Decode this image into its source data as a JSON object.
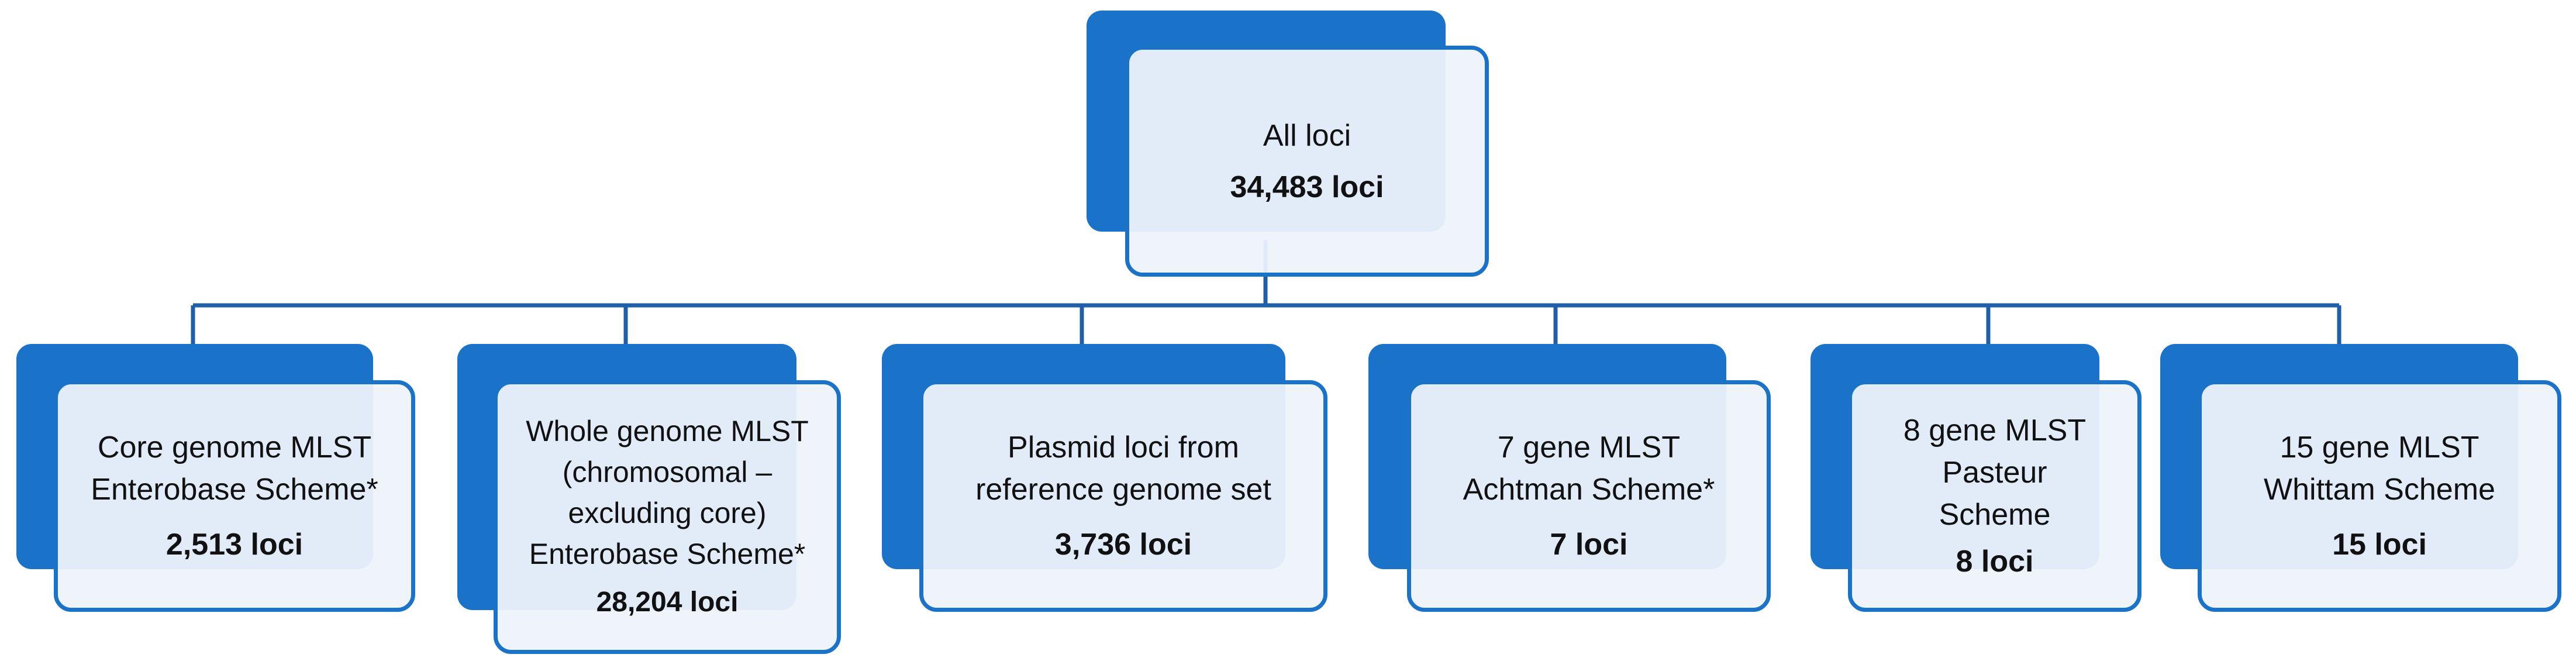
{
  "root": {
    "label": [
      "All loci"
    ],
    "count": "34,483 loci"
  },
  "schemes": [
    {
      "label": [
        "Core genome MLST",
        "Enterobase Scheme*"
      ],
      "count": "2,513 loci"
    },
    {
      "label": [
        "Whole genome MLST",
        "(chromosomal –",
        "excluding core)",
        "Enterobase Scheme*"
      ],
      "count": "28,204 loci"
    },
    {
      "label": [
        "Plasmid loci from",
        "reference genome set"
      ],
      "count": "3,736 loci"
    },
    {
      "label": [
        "7 gene MLST",
        "Achtman Scheme*"
      ],
      "count": "7 loci"
    },
    {
      "label": [
        "8 gene MLST",
        "Pasteur",
        "Scheme"
      ],
      "count": "8 loci"
    },
    {
      "label": [
        "15 gene MLST",
        "Whittam Scheme"
      ],
      "count": "15 loci"
    }
  ],
  "colors": {
    "box_fill": "#1a73c8",
    "box_border": "#1a73c8",
    "panel_fill": "#eef3fb",
    "connector": "#1f5fa8",
    "text": "#111111"
  }
}
